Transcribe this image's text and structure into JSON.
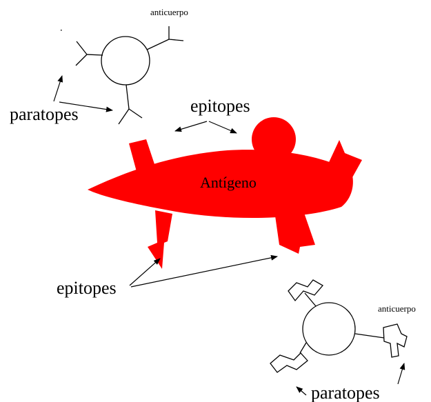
{
  "labels": {
    "antibody_top": "anticuerpo",
    "paratopes_top": "paratopes",
    "epitopes_top": "epitopes",
    "antigen": "Antígeno",
    "epitopes_bottom": "epitopes",
    "antibody_bottom": "anticuerpo",
    "paratopes_bottom": "paratopes"
  },
  "colors": {
    "antigen_fill": "#ff0000",
    "outline": "#000000",
    "background": "#ffffff"
  }
}
